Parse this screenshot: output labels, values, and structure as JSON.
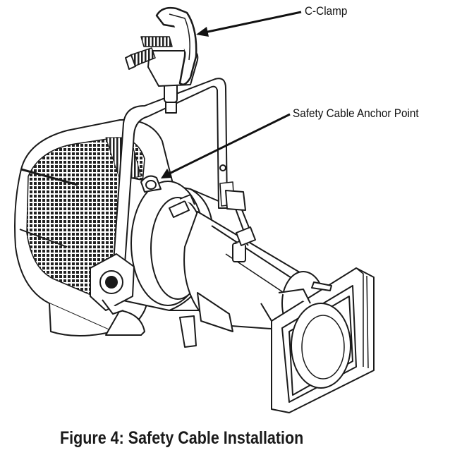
{
  "callouts": {
    "c_clamp": "C-Clamp",
    "safety_cable_anchor": "Safety Cable Anchor Point"
  },
  "caption": "Figure 4: Safety Cable Installation",
  "colors": {
    "line": "#1a1a1a",
    "fill": "#ffffff",
    "shade": "#c8c8c8"
  }
}
